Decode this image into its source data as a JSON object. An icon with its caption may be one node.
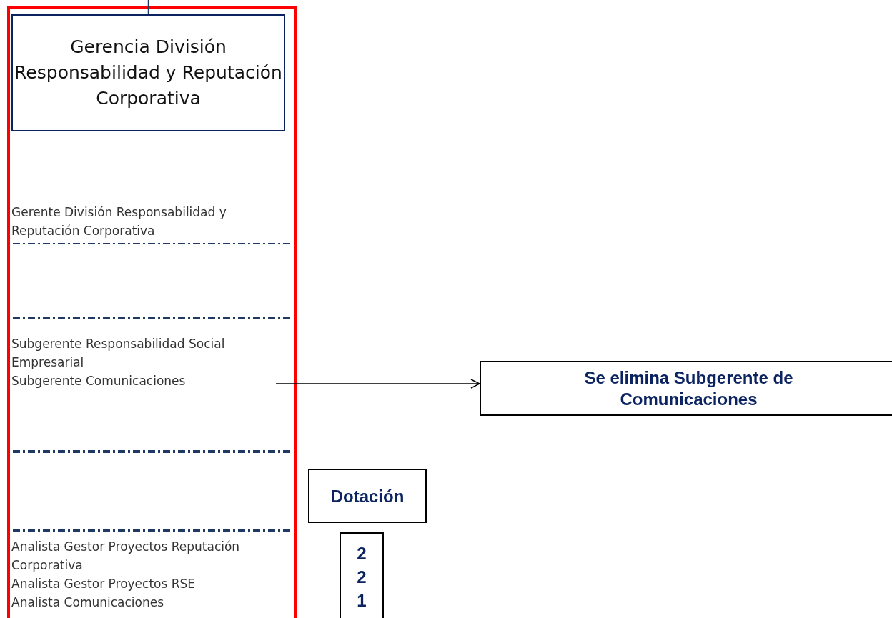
{
  "diagram": {
    "nodes": [
      {
        "text": [
          "Gerencia División Responsabilidad y Reputación Corporativa"
        ]
      },
      {
        "text": [
          "Subgerente Responsabilidad Social Empresarial",
          "Subgerente Comunicaciones"
        ]
      },
      {
        "text": [
          "Se elimina Subgerente de Comunicaciones"
        ]
      },
      {
        "text": [
          "Dotación"
        ]
      },
      {
        "text": [
          "2",
          "2",
          "1"
        ]
      }
    ],
    "edges": [
      {
        "from": null,
        "to": 0,
        "arrow": "none",
        "color": "#1f3864"
      },
      {
        "from": 1,
        "to": 2,
        "arrow": "to",
        "color": "#000000"
      }
    ],
    "labels": [
      "Gerente División Responsabilidad y Reputación Corporativa",
      "Analista Gestor Proyectos Reputación Corporativa",
      "Analista Gestor Proyectos RSE",
      "Analista Comunicaciones"
    ]
  }
}
